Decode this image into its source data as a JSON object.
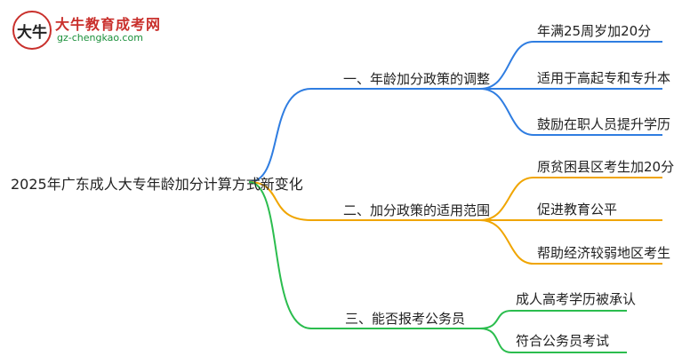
{
  "logo": {
    "badge_text": "大牛",
    "title": "大牛教育成考网",
    "url": "gz-chengkao.com"
  },
  "root": {
    "label": "2025年广东成人大专年龄加分计算方式新变化"
  },
  "branches": [
    {
      "label": "一、年龄加分政策的调整",
      "color": "#2f7de1",
      "leaves": [
        "年满25周岁加20分",
        "适用于高起专和专升本",
        "鼓励在职人员提升学历"
      ]
    },
    {
      "label": "二、加分政策的适用范围",
      "color": "#f0a500",
      "leaves": [
        "原贫困县区考生加20分",
        "促进教育公平",
        "帮助经济较弱地区考生"
      ]
    },
    {
      "label": "三、能否报考公务员",
      "color": "#2bbd4e",
      "leaves": [
        "成人高考学历被承认",
        "符合公务员考试"
      ]
    }
  ]
}
